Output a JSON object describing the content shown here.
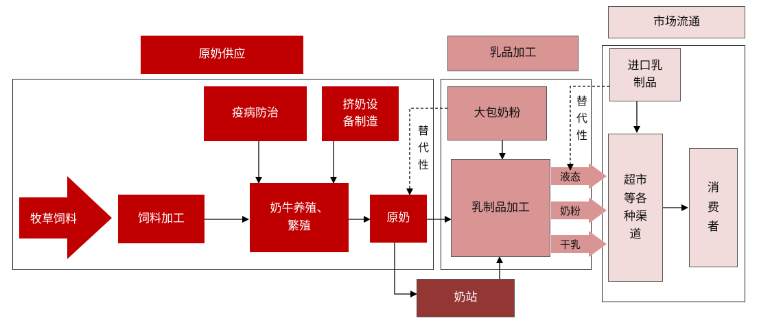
{
  "headers": {
    "raw_milk_supply": "原奶供应",
    "dairy_processing": "乳品加工",
    "market_circulation": "市场流通"
  },
  "nodes": {
    "pasture_feed": "牧草饲料",
    "feed_processing": "饲料加工",
    "disease_control": "疫病防治",
    "milking_equipment": "挤奶设\n备制造",
    "cattle_breeding": "奶牛养殖、\n繁殖",
    "raw_milk": "原奶",
    "milk_station": "奶站",
    "bulk_milk_powder": "大包奶粉",
    "dairy_product_processing": "乳制品加工",
    "imported_dairy": "进口乳\n制品",
    "supermarket_channels": "超市\n等各\n种渠\n道",
    "consumers": "消\n费\n者"
  },
  "substitutes": {
    "left": "替\n代\n性",
    "right": "替\n代\n性"
  },
  "products": {
    "liquid": "液态",
    "milk_powder": "奶粉",
    "dry_milk": "干乳"
  },
  "colors": {
    "red": "#c00000",
    "pink": "#d99594",
    "light_pink": "#f2dcdb",
    "maroon": "#943634"
  }
}
